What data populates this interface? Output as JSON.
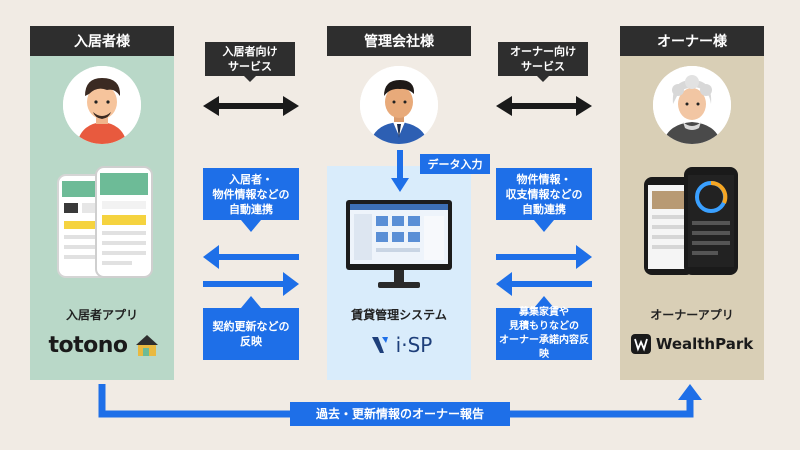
{
  "columns": {
    "resident": {
      "header": "入居者様",
      "app_label": "入居者アプリ",
      "brand": "totono"
    },
    "manager": {
      "header": "管理会社様",
      "system_label": "賃貸管理システム",
      "brand": "i·SP"
    },
    "owner": {
      "header": "オーナー様",
      "app_label": "オーナーアプリ",
      "brand": "WealthPark"
    }
  },
  "service_labels": {
    "resident_service": [
      "入居者向け",
      "サービス"
    ],
    "owner_service": [
      "オーナー向け",
      "サービス"
    ]
  },
  "data_entry": "データ入力",
  "left_flows": {
    "top": [
      "入居者・",
      "物件情報などの",
      "自動連携"
    ],
    "bottom": [
      "契約更新などの",
      "反映"
    ]
  },
  "right_flows": {
    "top": [
      "物件情報・",
      "収支情報などの",
      "自動連携"
    ],
    "bottom": [
      "募集家賃や",
      "見積もりなどの",
      "オーナー承諾内容反映"
    ]
  },
  "bottom_flow": "過去・更新情報のオーナー報告",
  "colors": {
    "resident_panel": "#b9d8c8",
    "manager_panel": "#d9ecfb",
    "owner_panel": "#d9cfb6",
    "header": "#2e2e2e",
    "accent_blue": "#1e6fe8",
    "background": "#f1ebe4"
  }
}
